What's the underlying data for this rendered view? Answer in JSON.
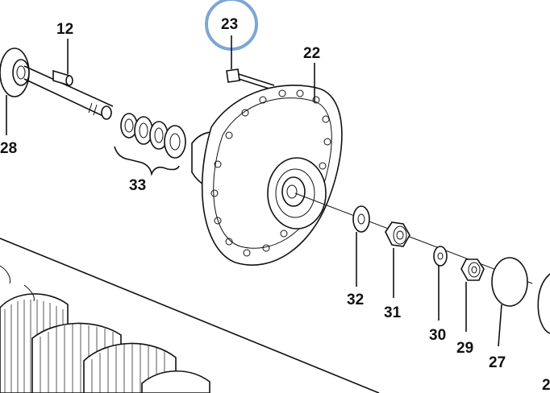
{
  "diagram": {
    "highlight_color": "#7ea6d3",
    "line_color": "#111111",
    "callouts": {
      "c23": "23",
      "c12": "12",
      "c22": "22",
      "c28": "28",
      "c33": "33",
      "c32": "32",
      "c31": "31",
      "c30": "30",
      "c29": "29",
      "c27": "27",
      "c2x": "2"
    },
    "highlighted_callout": "23"
  }
}
